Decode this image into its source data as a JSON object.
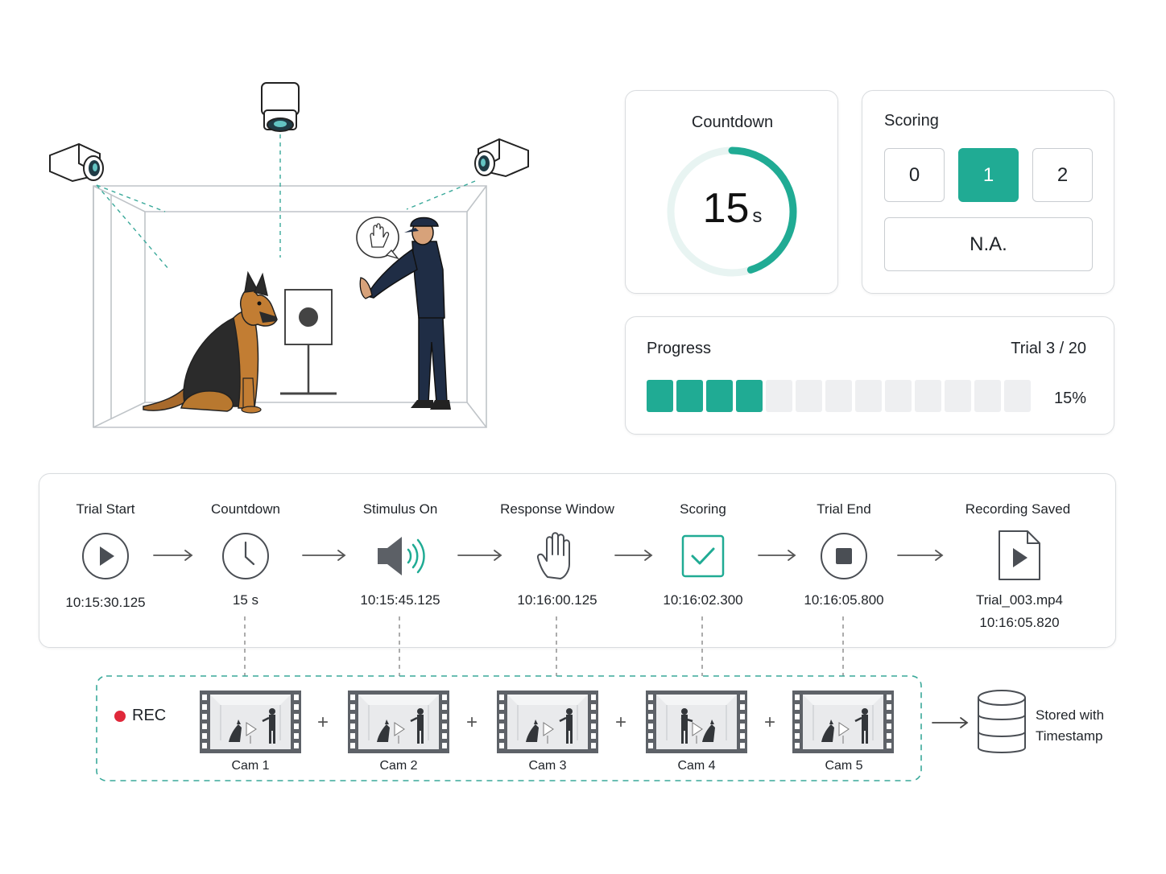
{
  "countdown": {
    "title": "Countdown",
    "value": "15",
    "unit": "s",
    "fraction_remaining": 0.45
  },
  "scoring": {
    "title": "Scoring",
    "options": [
      "0",
      "1",
      "2"
    ],
    "selected": "1",
    "na_label": "N.A."
  },
  "progress": {
    "title": "Progress",
    "trial_text": "Trial 3 / 20",
    "percent_text": "15%",
    "segments_total": 13,
    "segments_filled": 4
  },
  "timeline": {
    "steps": [
      {
        "label": "Trial Start",
        "time": "10:15:30.125",
        "icon": "play-circle-icon"
      },
      {
        "label": "Countdown",
        "time": "15 s",
        "icon": "clock-icon"
      },
      {
        "label": "Stimulus On",
        "time": "10:15:45.125",
        "icon": "speaker-icon"
      },
      {
        "label": "Response Window",
        "time": "10:16:00.125",
        "icon": "hand-icon"
      },
      {
        "label": "Scoring",
        "time": "10:16:02.300",
        "icon": "checkbox-icon"
      },
      {
        "label": "Trial End",
        "time": "10:16:05.800",
        "icon": "stop-circle-icon"
      },
      {
        "label": "Recording Saved",
        "time": "Trial_003.mp4",
        "time2": "10:16:05.820",
        "icon": "video-file-icon"
      }
    ]
  },
  "recording": {
    "rec_label": "REC",
    "cameras": [
      "Cam 1",
      "Cam 2",
      "Cam 3",
      "Cam 4",
      "Cam 5"
    ],
    "storage_line1": "Stored with",
    "storage_line2": "Timestamp"
  },
  "colors": {
    "accent": "#20ab94",
    "rec": "#e0283a",
    "border": "#d9dcdf"
  }
}
